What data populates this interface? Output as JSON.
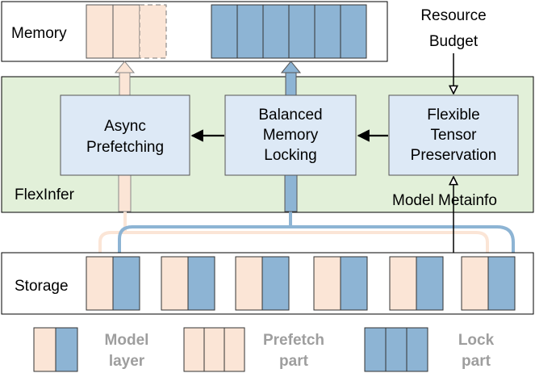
{
  "labels": {
    "memory": "Memory",
    "storage": "Storage",
    "flexinfer": "FlexInfer",
    "resource_budget_1": "Resource",
    "resource_budget_2": "Budget",
    "model_metainfo": "Model Metainfo"
  },
  "modules": {
    "async_prefetching": [
      "Async",
      "Prefetching"
    ],
    "balanced_memory_locking": [
      "Balanced",
      "Memory",
      "Locking"
    ],
    "flexible_tensor_preservation": [
      "Flexible",
      "Tensor",
      "Preservation"
    ]
  },
  "legend": {
    "model_layer": [
      "Model",
      "layer"
    ],
    "prefetch_part": [
      "Prefetch",
      "part"
    ],
    "lock_part": [
      "Lock",
      "part"
    ]
  },
  "colors": {
    "prefetch": "#fbe5d6",
    "lock": "#8db4d4",
    "module_box": "#dde9f6",
    "flexinfer_panel": "#e2f0d9",
    "border": "#000000",
    "legend_text": "#9e9e9e"
  }
}
